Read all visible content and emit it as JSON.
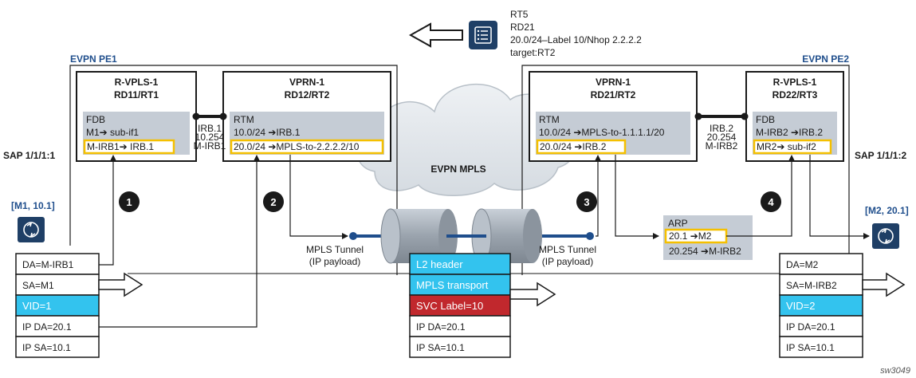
{
  "colors": {
    "accent_blue": "#1f4e8c",
    "cyan": "#33c3ee",
    "red": "#c1282d",
    "panel_gray": "#c5ccd5",
    "yellow": "#f5c000",
    "tunnel_blue": "#1f4e8c"
  },
  "route_card": {
    "lines": [
      "RT5",
      "RD21",
      "20.0/24–Label 10/Nhop 2.2.2.2",
      "target:RT2"
    ],
    "icon": "route-list-icon"
  },
  "pe1": {
    "title": "EVPN PE1",
    "rvpls": {
      "title1": "R-VPLS-1",
      "title2": "RD11/RT1",
      "fdb_label": "FDB",
      "row1": "M1➔ sub-if1",
      "row2": "M-IRB1➔ IRB.1"
    },
    "vprn": {
      "title1": "VPRN-1",
      "title2": "RD12/RT2",
      "rtm_label": "RTM",
      "row1": "10.0/24 ➔IRB.1",
      "row2": "20.0/24 ➔MPLS-to-2.2.2.2/10"
    },
    "irb": [
      "IRB.1",
      "10.254",
      "M-IRB1"
    ],
    "sap": "SAP 1/1/1:1",
    "host_label": "[M1, 10.1]"
  },
  "pe2": {
    "title": "EVPN PE2",
    "vprn": {
      "title1": "VPRN-1",
      "title2": "RD21/RT2",
      "rtm_label": "RTM",
      "row1": "10.0/24 ➔MPLS-to-1.1.1.1/20",
      "row2": "20.0/24 ➔IRB.2"
    },
    "rvpls": {
      "title1": "R-VPLS-1",
      "title2": "RD22/RT3",
      "fdb_label": "FDB",
      "row1": "M-IRB2 ➔IRB.2",
      "row2": "MR2➔ sub-if2"
    },
    "irb": [
      "IRB.2",
      "20.254",
      "M-IRB2"
    ],
    "sap": "SAP 1/1/1:2",
    "host_label": "[M2, 20.1]"
  },
  "cloud_label": "EVPN MPLS",
  "tunnel_left": [
    "MPLS Tunnel",
    "(IP payload)"
  ],
  "tunnel_right": [
    "MPLS Tunnel",
    "(IP payload)"
  ],
  "arp": {
    "label": "ARP",
    "row1": "20.1 ➔M2",
    "row2": "20.254 ➔M-IRB2"
  },
  "steps": [
    "1",
    "2",
    "3",
    "4"
  ],
  "packet_left": [
    "DA=M-IRB1",
    "SA=M1",
    "VID=1",
    "IP DA=20.1",
    "IP SA=10.1"
  ],
  "packet_mid": [
    "L2 header",
    "MPLS transport",
    "SVC Label=10",
    "IP DA=20.1",
    "IP SA=10.1"
  ],
  "packet_right": [
    "DA=M2",
    "SA=M-IRB2",
    "VID=2",
    "IP DA=20.1",
    "IP SA=10.1"
  ],
  "footer_id": "sw3049"
}
